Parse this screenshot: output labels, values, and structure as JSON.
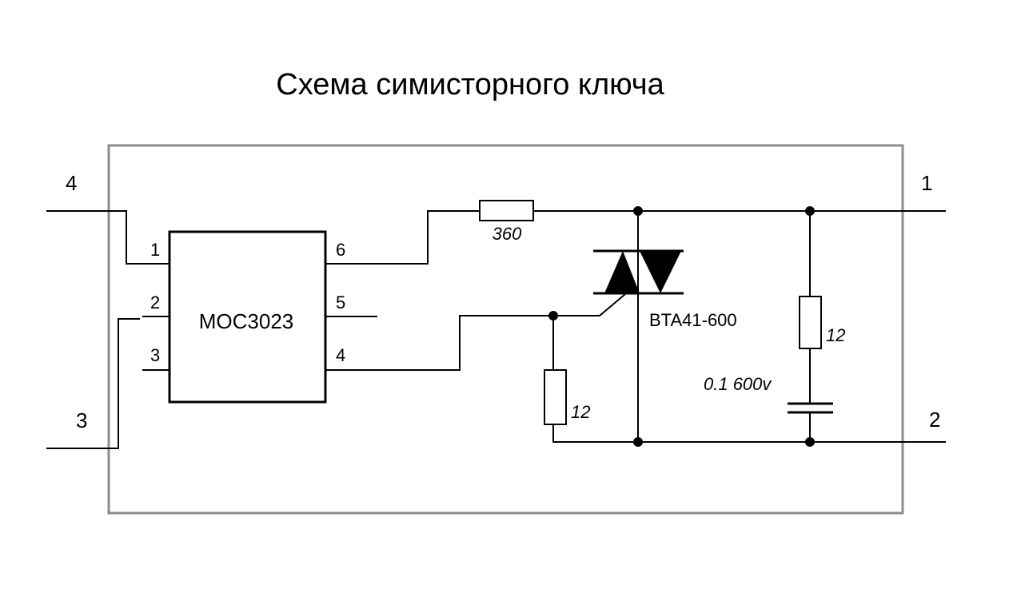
{
  "title": "Схема симисторного ключа",
  "terminals": {
    "t1": "1",
    "t2": "2",
    "t3": "3",
    "t4": "4"
  },
  "optocoupler": {
    "part": "MOC3023",
    "pins": {
      "p1": "1",
      "p2": "2",
      "p3": "3",
      "p4": "4",
      "p5": "5",
      "p6": "6"
    }
  },
  "resistor_gate": {
    "value": "360"
  },
  "resistor_gate_pulldown": {
    "value": "12"
  },
  "triac": {
    "part": "BTA41-600"
  },
  "snubber": {
    "resistor_value": "12",
    "capacitor_value": "0.1 600v"
  }
}
